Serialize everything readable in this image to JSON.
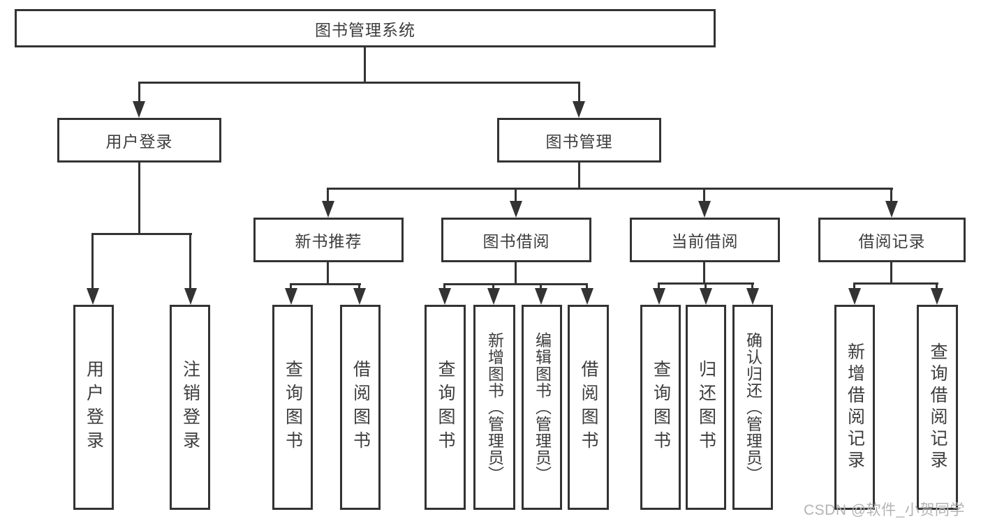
{
  "diagram": {
    "root": {
      "label": "图书管理系统"
    },
    "level2": [
      {
        "label": "用户登录"
      },
      {
        "label": "图书管理"
      }
    ],
    "level3": [
      {
        "label": "新书推荐"
      },
      {
        "label": "图书借阅"
      },
      {
        "label": "当前借阅"
      },
      {
        "label": "借阅记录"
      }
    ],
    "leaves": {
      "user_login": [
        {
          "label": "用户登录"
        },
        {
          "label": "注销登录"
        }
      ],
      "new_book_recommend": [
        {
          "label": "查询图书"
        },
        {
          "label": "借阅图书"
        }
      ],
      "book_borrow": [
        {
          "label": "查询图书"
        },
        {
          "label": "新增图书（管理员）"
        },
        {
          "label": "编辑图书（管理员）"
        },
        {
          "label": "借阅图书"
        }
      ],
      "current_borrow": [
        {
          "label": "查询图书"
        },
        {
          "label": "归还图书"
        },
        {
          "label": "确认归还（管理员）"
        }
      ],
      "borrow_record": [
        {
          "label": "新增借阅记录"
        },
        {
          "label": "查询借阅记录"
        }
      ]
    }
  },
  "watermark": {
    "text": "CSDN @软件_小贺同学"
  },
  "colors": {
    "line": "#333333",
    "text": "#3d3d3d",
    "background": "#ffffff",
    "watermark": "#b3b3b3"
  }
}
